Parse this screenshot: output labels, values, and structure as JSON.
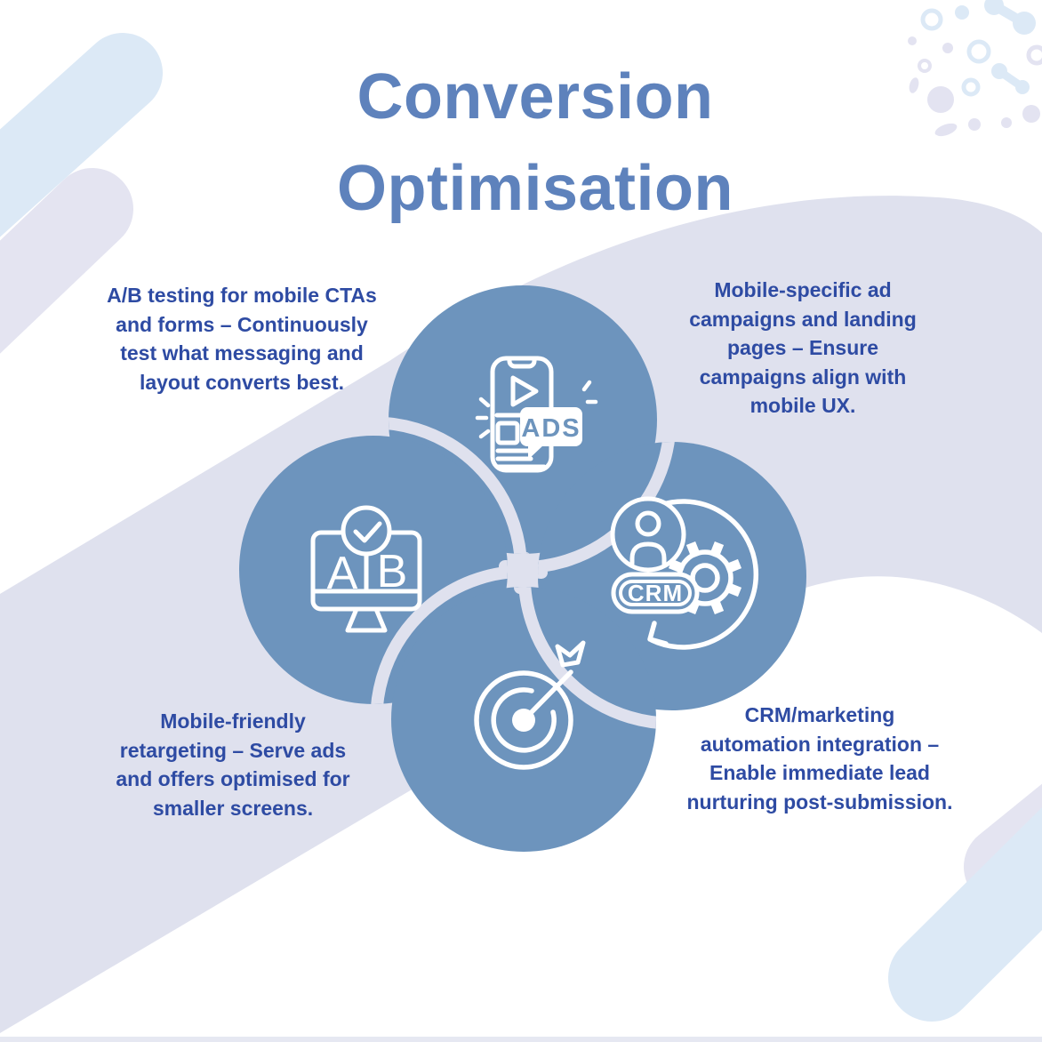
{
  "title": "Conversion\nOptimisation",
  "blocks": {
    "top_left": "A/B testing for mobile CTAs\nand forms – Continuously\ntest what messaging and\nlayout converts best.",
    "top_right": "Mobile-specific ad\ncampaigns and landing\npages – Ensure\ncampaigns align with\nmobile UX.",
    "bottom_left": "Mobile-friendly\nretargeting – Serve ads\nand offers optimised for\nsmaller screens.",
    "bottom_right": "CRM/marketing\nautomation integration –\nEnable immediate lead\nnurturing post-submission."
  },
  "icons": {
    "top_circle": "mobile-video-ads-icon",
    "left_circle": "ab-test-monitor-icon",
    "right_circle": "crm-automation-icon",
    "bottom_circle": "retargeting-target-icon",
    "ads_badge": "ADS",
    "variant_a": "A",
    "variant_b": "B",
    "crm_badge": "CRM"
  },
  "colors": {
    "circle_fill": "#6d94bd",
    "ribbon_lavender": "#dfe1ee",
    "title_blue": "#5e82bc",
    "body_text_blue": "#2e4ba3",
    "icon_stroke": "#ffffff",
    "pill_light_blue": "#dce9f6",
    "pill_lavender": "#e4e4f1"
  }
}
